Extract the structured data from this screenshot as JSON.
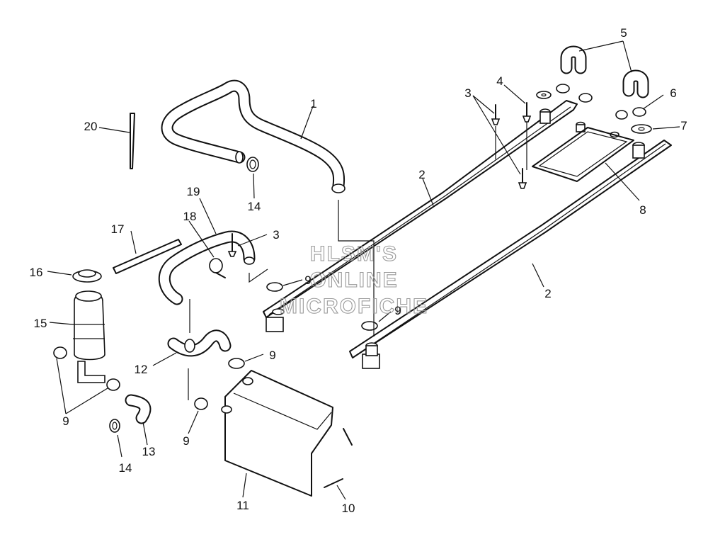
{
  "watermark": [
    "HLSM'S",
    "ONLINE",
    "MICROFICHE"
  ],
  "callouts": [
    {
      "id": "c1",
      "text": "1"
    },
    {
      "id": "c2a",
      "text": "2"
    },
    {
      "id": "c2b",
      "text": "2"
    },
    {
      "id": "c3a",
      "text": "3"
    },
    {
      "id": "c3b",
      "text": "3"
    },
    {
      "id": "c4",
      "text": "4"
    },
    {
      "id": "c5",
      "text": "5"
    },
    {
      "id": "c6",
      "text": "6"
    },
    {
      "id": "c7",
      "text": "7"
    },
    {
      "id": "c8",
      "text": "8"
    },
    {
      "id": "c9a",
      "text": "9"
    },
    {
      "id": "c9b",
      "text": "9"
    },
    {
      "id": "c9c",
      "text": "9"
    },
    {
      "id": "c9d",
      "text": "9"
    },
    {
      "id": "c9e",
      "text": "9"
    },
    {
      "id": "c10",
      "text": "10"
    },
    {
      "id": "c11",
      "text": "11"
    },
    {
      "id": "c12",
      "text": "12"
    },
    {
      "id": "c13",
      "text": "13"
    },
    {
      "id": "c14a",
      "text": "14"
    },
    {
      "id": "c14b",
      "text": "14"
    },
    {
      "id": "c15",
      "text": "15"
    },
    {
      "id": "c16",
      "text": "16"
    },
    {
      "id": "c17",
      "text": "17"
    },
    {
      "id": "c18",
      "text": "18"
    },
    {
      "id": "c19",
      "text": "19"
    },
    {
      "id": "c20",
      "text": "20"
    }
  ]
}
